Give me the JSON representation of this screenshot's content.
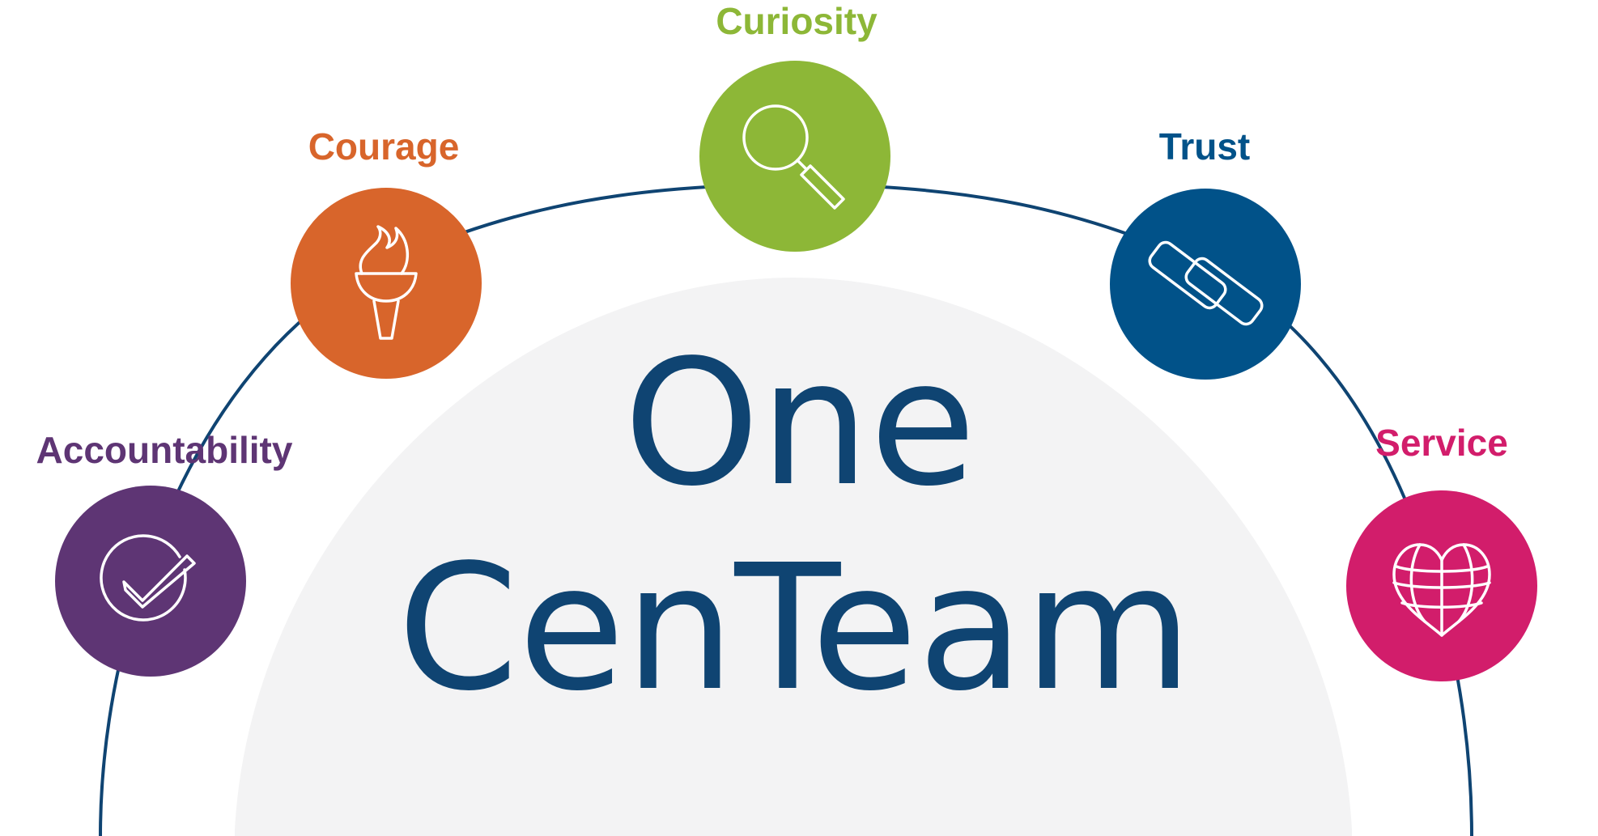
{
  "title": {
    "line1": "One",
    "line2": "CenTeam",
    "color": "#0f4472"
  },
  "colors": {
    "arc": "#0f4472",
    "dome": "#f3f3f4",
    "icon_stroke": "#ffffff"
  },
  "values": [
    {
      "label": "Accountability",
      "color": "#5e3574",
      "icon": "check-circle-icon"
    },
    {
      "label": "Courage",
      "color": "#d8652b",
      "icon": "torch-icon"
    },
    {
      "label": "Curiosity",
      "color": "#8db737",
      "icon": "magnifying-glass-icon"
    },
    {
      "label": "Trust",
      "color": "#015289",
      "icon": "chain-link-icon"
    },
    {
      "label": "Service",
      "color": "#d21d6b",
      "icon": "globe-heart-icon"
    }
  ]
}
